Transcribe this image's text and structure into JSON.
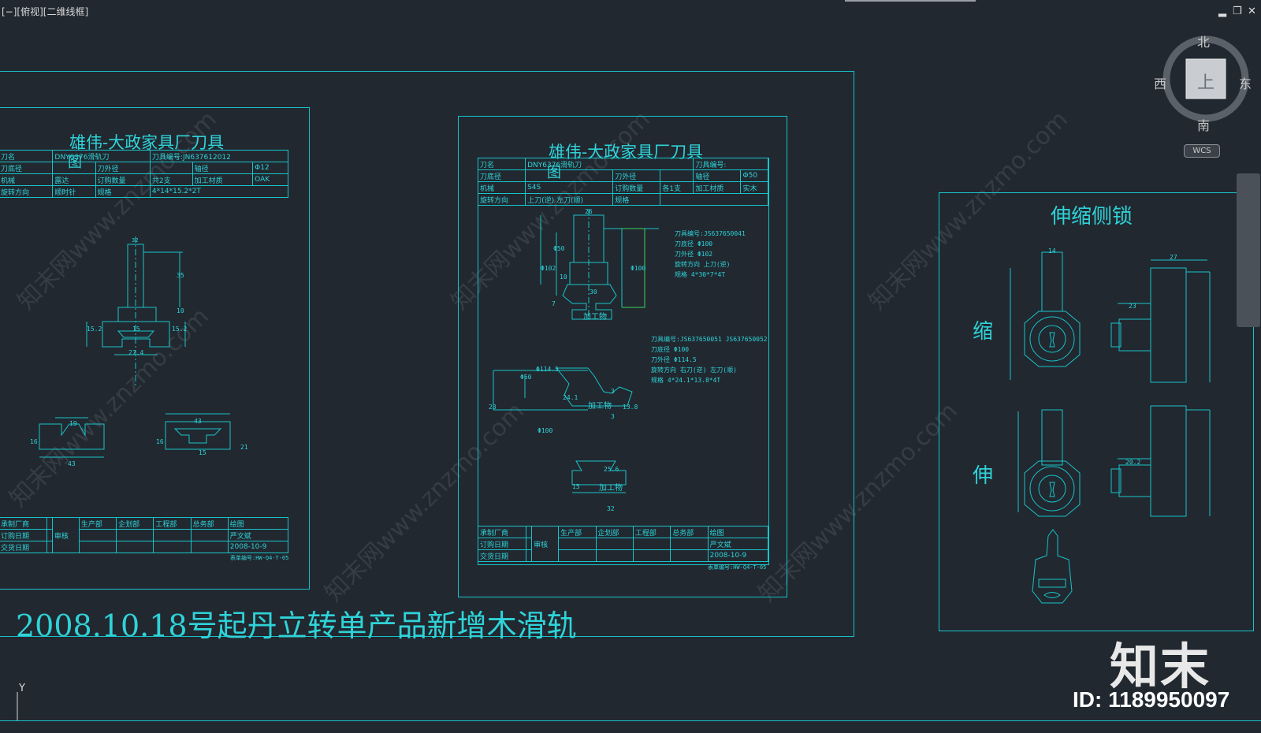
{
  "viewport_label": "[−][俯视][二维线框]",
  "window_controls": {
    "minimize": "▂",
    "restore": "❐",
    "close": "✕"
  },
  "viewcube": {
    "north": "北",
    "south": "南",
    "east": "东",
    "west": "西",
    "face": "上",
    "wcs": "WCS"
  },
  "sheet1": {
    "title": "雄伟-大政家具厂刀具",
    "rows": [
      [
        "刀名",
        "DNY6376滑轨刀",
        "刀具编号:JN637612012",
        ""
      ],
      [
        "刀底径",
        "",
        "刀外径",
        "",
        "轴径",
        "Φ12"
      ],
      [
        "机械",
        "露达",
        "订购数量",
        "共2支",
        "加工材质",
        "OAK"
      ],
      [
        "旋转方向",
        "顺时针",
        "规格",
        "4*14*15.2*2T"
      ]
    ],
    "overlap_char": "图",
    "footer": {
      "labels": [
        "承制厂商",
        "订购日期",
        "交货日期"
      ],
      "review": "审核",
      "departments": [
        "生产部",
        "企划部",
        "工程部",
        "总务部",
        "绘图"
      ],
      "drafter": "严文斌",
      "date": "2008-10-9",
      "form_no": "表单编号:HW-Q4-T-05"
    },
    "dims": [
      "32",
      "35",
      "10",
      "15.2",
      "15",
      "15.2",
      "27.4",
      "19",
      "16",
      "43",
      "43",
      "16",
      "21",
      "15"
    ]
  },
  "sheet2": {
    "title": "雄伟-大政家具厂刀具",
    "rows": [
      [
        "刀名",
        "DNY6376滑轨刀",
        "刀具编号:"
      ],
      [
        "刀底径",
        "",
        "刀外径",
        "",
        "轴径",
        "Φ50"
      ],
      [
        "机械",
        "S4S",
        "订购数量",
        "各1支",
        "加工材质",
        "实木"
      ],
      [
        "旋转方向",
        "上刀(逆) 左刀(顺)",
        "规格",
        ""
      ]
    ],
    "overlap_char": "图",
    "spec1": [
      "刀具编号:JS637650041",
      "刀底径  Φ100",
      "刀外径  Φ102",
      "旋转方向  上刀(逆)",
      "规格  4*30*7*4T"
    ],
    "spec2": [
      "刀具编号:JS637650051  JS637650052",
      "刀底径  Φ100",
      "刀外径  Φ114.5",
      "旋转方向  右刀(逆)  左刀(顺)",
      "规格  4*24.1*13.8*4T"
    ],
    "workpiece": "加工物",
    "dims": [
      "26",
      "Φ50",
      "Φ102",
      "10",
      "Φ100",
      "30",
      "7",
      "Φ114.5",
      "Φ50",
      "24.1",
      "13.8",
      "23",
      "Φ100",
      "3",
      "3",
      "25.6",
      "15",
      "32"
    ],
    "footer": {
      "labels": [
        "承制厂商",
        "订购日期",
        "交货日期"
      ],
      "review": "审核",
      "departments": [
        "生产部",
        "企划部",
        "工程部",
        "总务部",
        "绘图"
      ],
      "drafter": "严文斌",
      "date": "2008-10-9",
      "form_no": "表单编号:HW-Q4-T-05"
    }
  },
  "banner": "2008.10.18号起丹立转单产品新增木滑轨",
  "lock_panel": {
    "title": "伸缩侧锁",
    "retract_label": "缩",
    "extend_label": "伸",
    "dims": [
      "14",
      "27",
      "23",
      "20.2"
    ]
  },
  "watermark": "知末网www.znzmo.com",
  "logo": {
    "text": "知末",
    "id": "ID: 1189950097"
  },
  "ucs": {
    "y": "Y"
  },
  "colors": {
    "background": "#212830",
    "line": "#19c3c8",
    "text": "#2fd3d8"
  }
}
